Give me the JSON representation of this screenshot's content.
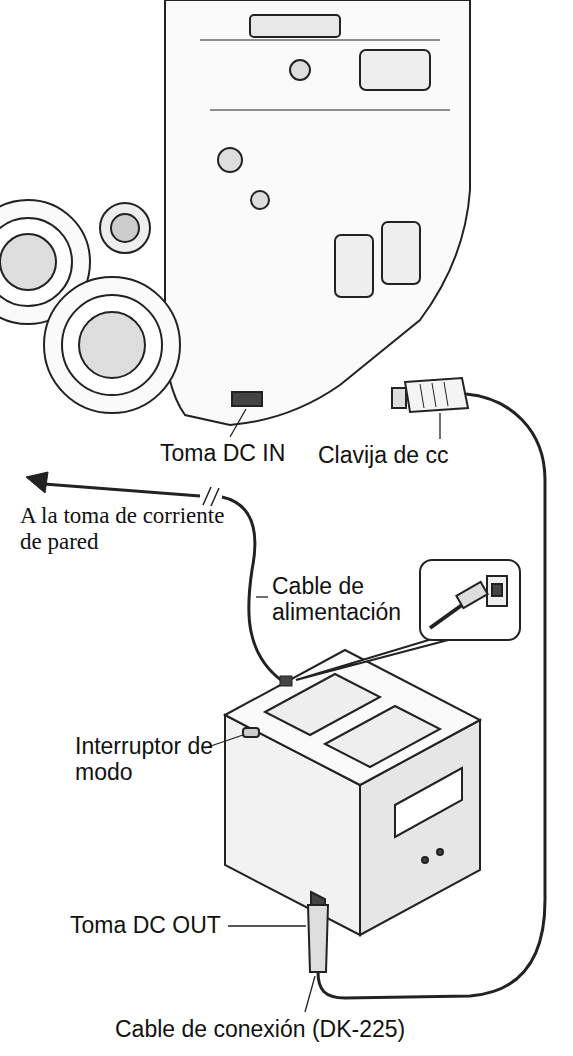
{
  "diagram": {
    "labels": [
      "Toma DC IN",
      "Clavija de cc",
      "A la toma de corriente de pared",
      "Cable de alimentación",
      "Interruptor de modo",
      "Toma DC OUT",
      "Cable de conexión (DK-225)"
    ]
  }
}
